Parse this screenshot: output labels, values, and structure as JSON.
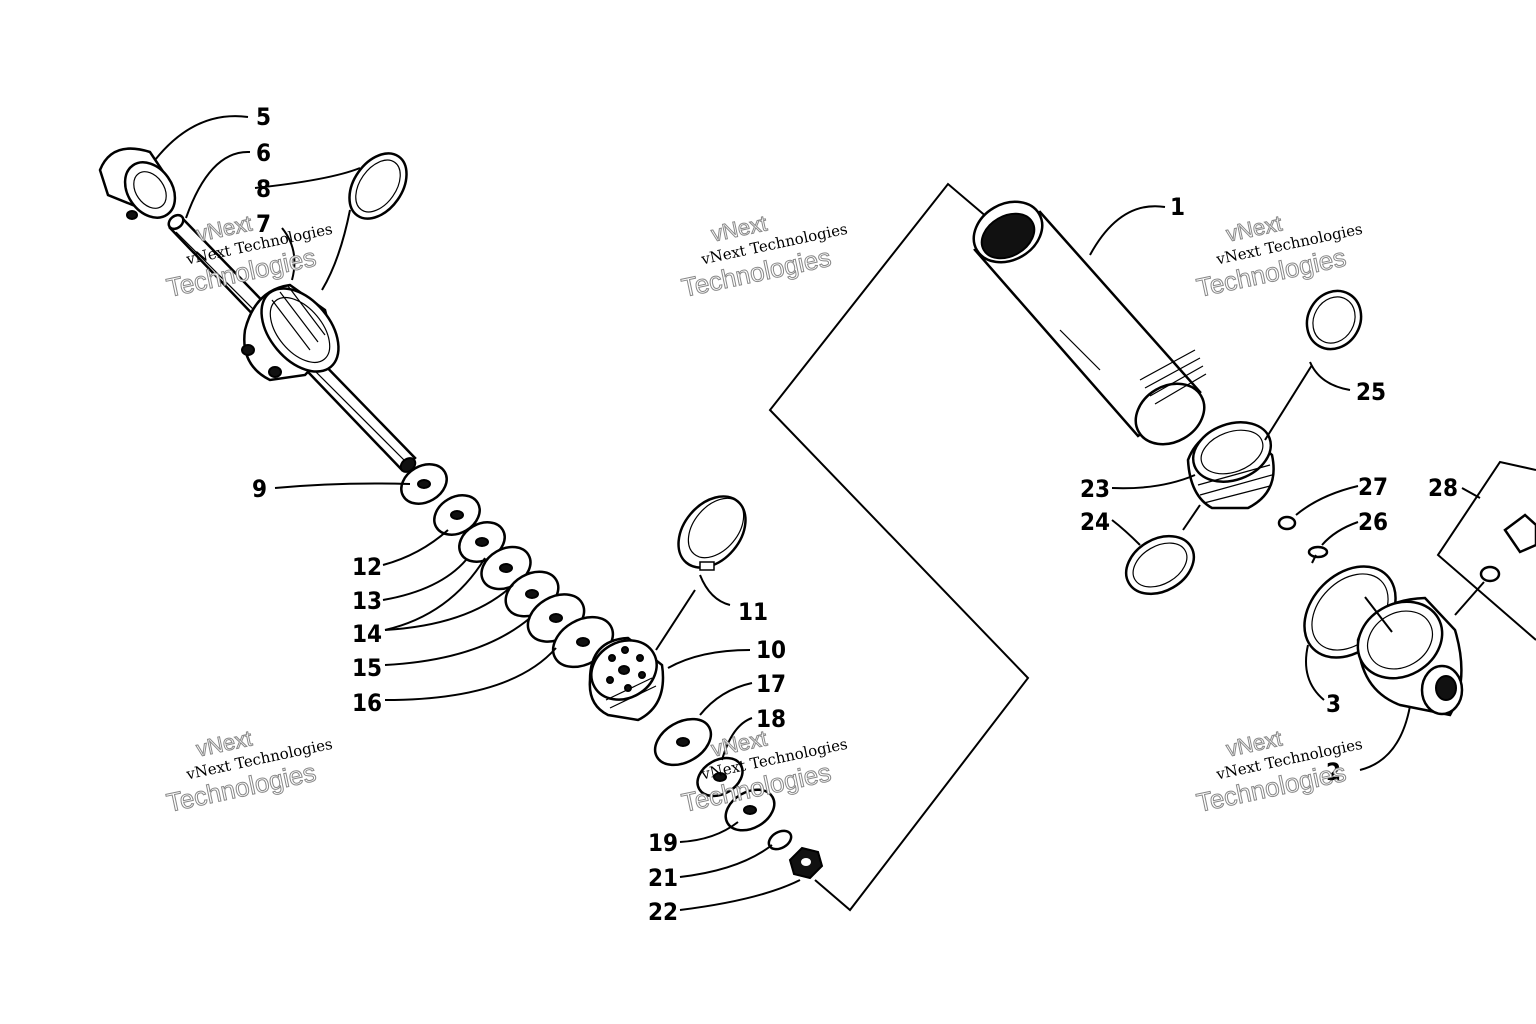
{
  "watermark": {
    "line1": "vNext",
    "line2": "vNext Technologies",
    "line3": "Technologies"
  },
  "callouts": {
    "c1": "1",
    "c2": "2",
    "c3": "3",
    "c5": "5",
    "c6": "6",
    "c7": "7",
    "c8": "8",
    "c9": "9",
    "c10": "10",
    "c11": "11",
    "c12": "12",
    "c13": "13",
    "c14": "14",
    "c15": "15",
    "c16": "16",
    "c17": "17",
    "c18": "18",
    "c19": "19",
    "c21": "21",
    "c22": "22",
    "c23": "23",
    "c24": "24",
    "c25": "25",
    "c26": "26",
    "c27": "27",
    "c28": "28"
  }
}
